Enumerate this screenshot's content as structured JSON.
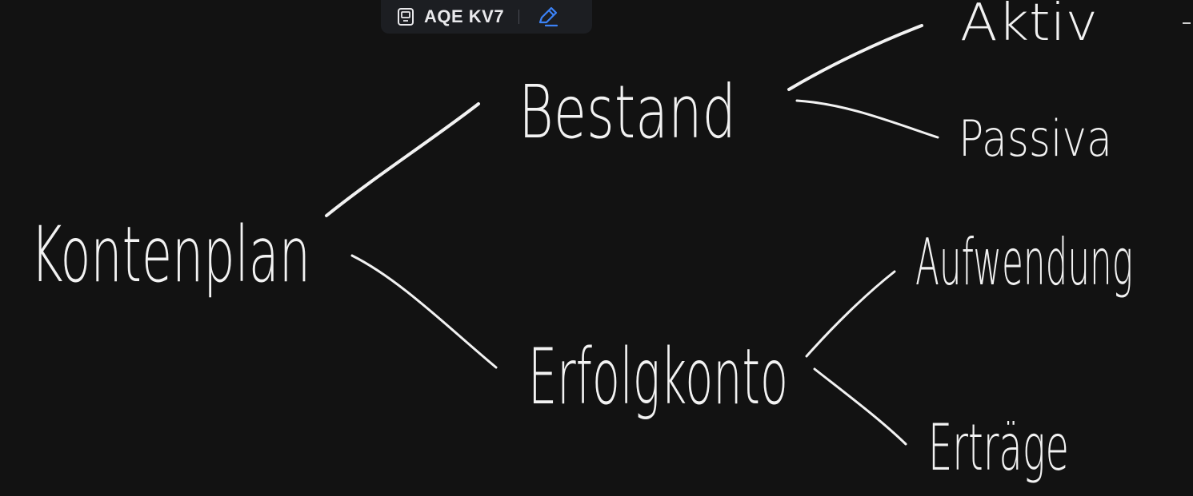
{
  "toolbar": {
    "session_code": "AQE KV7",
    "device_icon": "screen-share-icon",
    "pen_icon": "pen-edit-icon",
    "accent_color": "#3b82f6"
  },
  "whiteboard": {
    "background_color": "#121212",
    "ink_color": "#f2f2f2",
    "words": {
      "root": "Kontenplan",
      "branch_top": "Bestand",
      "branch_bottom": "Erfolgkonto",
      "leaf_aktiv": "Aktiv",
      "leaf_passiva": "Passiva",
      "leaf_aufwendung": "Aufwendung",
      "leaf_ertraege": "Erträge"
    }
  }
}
